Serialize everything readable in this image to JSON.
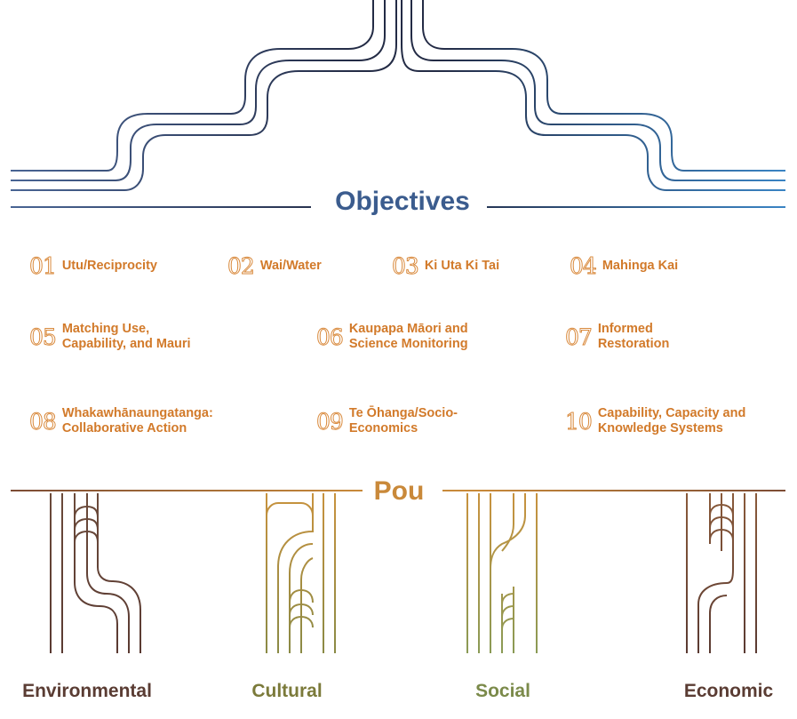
{
  "headings": {
    "objectives": "Objectives",
    "pou": "Pou"
  },
  "objectives": [
    {
      "number": "01",
      "label": "Utu/Reciprocity"
    },
    {
      "number": "02",
      "label": "Wai/Water"
    },
    {
      "number": "03",
      "label": "Ki Uta Ki Tai"
    },
    {
      "number": "04",
      "label": "Mahinga Kai"
    },
    {
      "number": "05",
      "label_line1": "Matching Use,",
      "label_line2": "Capability, and Mauri"
    },
    {
      "number": "06",
      "label_line1": "Kaupapa Māori and",
      "label_line2": "Science Monitoring"
    },
    {
      "number": "07",
      "label_line1": "Informed",
      "label_line2": "Restoration"
    },
    {
      "number": "08",
      "label_line1": "Whakawhānaungatanga:",
      "label_line2": "Collaborative Action"
    },
    {
      "number": "09",
      "label_line1": "Te Ōhanga/Socio-",
      "label_line2": "Economics"
    },
    {
      "number": "10",
      "label_line1": "Capability, Capacity and",
      "label_line2": "Knowledge Systems"
    }
  ],
  "pou": [
    {
      "label": "Environmental",
      "color": "#5a3c33"
    },
    {
      "label": "Cultural",
      "color": "#7b7a3a"
    },
    {
      "label": "Social",
      "color": "#7b8a4a"
    },
    {
      "label": "Economic",
      "color": "#5a3c33"
    }
  ],
  "colors": {
    "objectives_heading": "#3b5c8e",
    "objective_text": "#d27a2a",
    "pou_heading": "#c9893a",
    "lines_dark": "#2c3550",
    "lines_blue": "#3d86c6"
  }
}
